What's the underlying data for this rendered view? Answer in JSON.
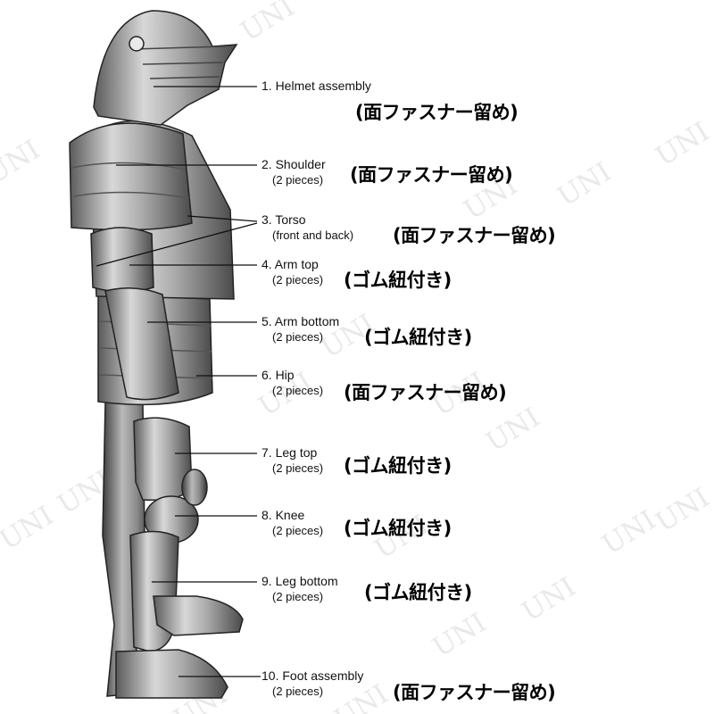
{
  "watermark": "UNI",
  "parts": [
    {
      "label": "1. Helmet assembly",
      "sub": "",
      "fastening": "(面ファスナー留め)"
    },
    {
      "label": "2. Shoulder",
      "sub": "(2 pieces)",
      "fastening": "(面ファスナー留め)"
    },
    {
      "label": "3. Torso",
      "sub": "(front and back)",
      "fastening": "(面ファスナー留め)"
    },
    {
      "label": "4. Arm top",
      "sub": "(2 pieces)",
      "fastening": "(ゴム紐付き)"
    },
    {
      "label": "5. Arm bottom",
      "sub": "(2 pieces)",
      "fastening": "(ゴム紐付き)"
    },
    {
      "label": "6. Hip",
      "sub": "(2 pieces)",
      "fastening": "(面ファスナー留め)"
    },
    {
      "label": "7. Leg top",
      "sub": "(2 pieces)",
      "fastening": "(ゴム紐付き)"
    },
    {
      "label": "8. Knee",
      "sub": "(2 pieces)",
      "fastening": "(ゴム紐付き)"
    },
    {
      "label": "9. Leg bottom",
      "sub": "(2 pieces)",
      "fastening": "(ゴム紐付き)"
    },
    {
      "label": "10. Foot assembly",
      "sub": "(2 pieces)",
      "fastening": "(面ファスナー留め)"
    }
  ]
}
